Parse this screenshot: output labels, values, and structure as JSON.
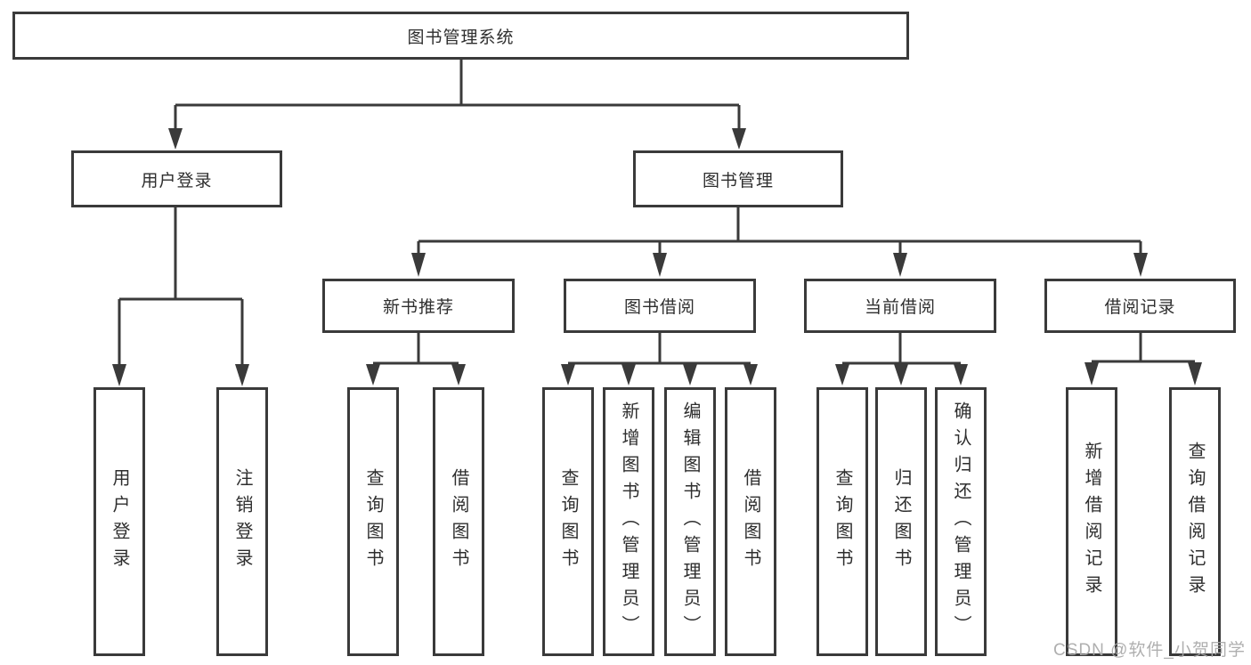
{
  "diagram": {
    "title": "图书管理系统",
    "root": {
      "label": "图书管理系统"
    },
    "branches": [
      {
        "label": "用户登录",
        "children": [
          {
            "label": "用户登录"
          },
          {
            "label": "注销登录"
          }
        ]
      },
      {
        "label": "图书管理",
        "groups": [
          {
            "label": "新书推荐",
            "children": [
              {
                "label": "查询图书"
              },
              {
                "label": "借阅图书"
              }
            ]
          },
          {
            "label": "图书借阅",
            "children": [
              {
                "label": "查询图书"
              },
              {
                "label": "新增图书（管理员）"
              },
              {
                "label": "编辑图书（管理员）"
              },
              {
                "label": "借阅图书"
              }
            ]
          },
          {
            "label": "当前借阅",
            "children": [
              {
                "label": "查询图书"
              },
              {
                "label": "归还图书"
              },
              {
                "label": "确认归还（管理员）"
              }
            ]
          },
          {
            "label": "借阅记录",
            "children": [
              {
                "label": "新增借阅记录"
              },
              {
                "label": "查询借阅记录"
              }
            ]
          }
        ]
      }
    ],
    "colors": {
      "line": "#3a3a3a",
      "text": "#2e2e2e",
      "background": "#ffffff",
      "watermark": "#a8a8a8"
    }
  },
  "watermark": {
    "text": "CSDN @软件_小贺同学"
  }
}
